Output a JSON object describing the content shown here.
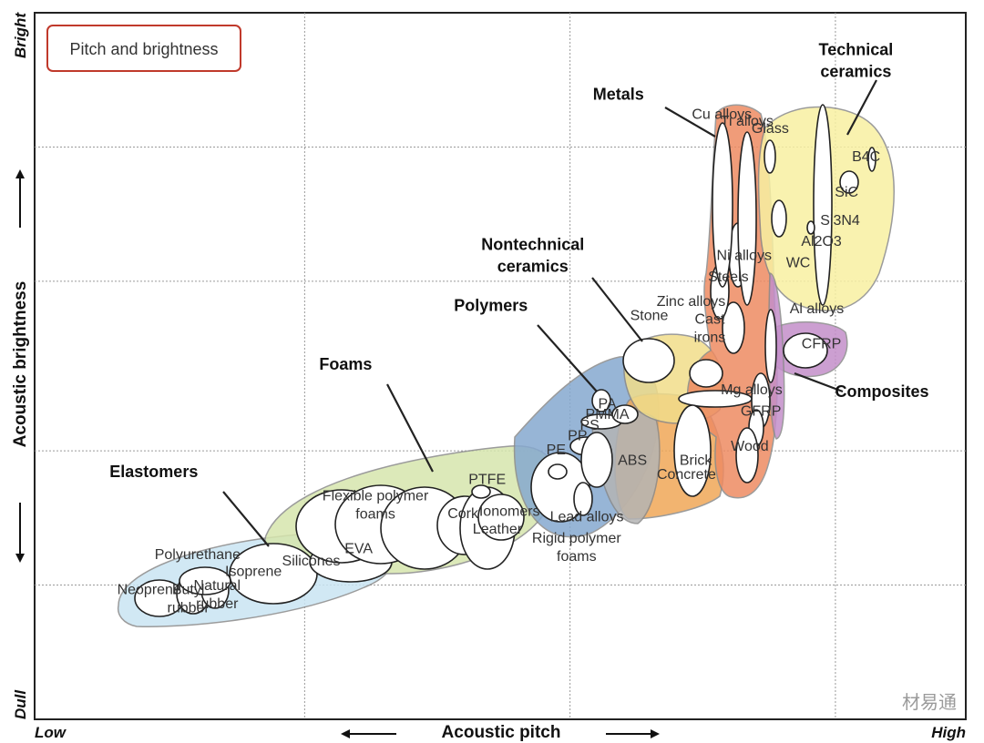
{
  "chart_data": {
    "type": "scatter",
    "subtype": "material property bubble chart",
    "legend_box": "Pitch and brightness",
    "x_axis": {
      "title": "Acoustic pitch",
      "low_label": "Low",
      "high_label": "High",
      "range": [
        0,
        1
      ]
    },
    "y_axis": {
      "title": "Acoustic brightness",
      "low_label": "Dull",
      "high_label": "Bright",
      "range": [
        0,
        1
      ]
    },
    "grid": true,
    "watermark": "材易通",
    "colors": {
      "elastomers": "#c9e4f3",
      "foams": "#d6e6ad",
      "polymers": "#86a9cf",
      "nontechnical_ceramics": "#f1dd8a",
      "metals": "#ee8b62",
      "technical_ceramics": "#f8f0a2",
      "composites": "#c48fca",
      "wood_zone": "#f0a858",
      "grey_zone": "#b4b4b4"
    },
    "families": [
      {
        "name": "Elastomers",
        "x": 0.128,
        "y": 0.343
      },
      {
        "name": "Foams",
        "x": 0.334,
        "y": 0.495
      },
      {
        "name": "Polymers",
        "x": 0.49,
        "y": 0.578
      },
      {
        "name": "Nontechnical\nceramics",
        "x": 0.535,
        "y": 0.664
      },
      {
        "name": "Metals",
        "x": 0.627,
        "y": 0.877
      },
      {
        "name": "Technical\nceramics",
        "x": 0.882,
        "y": 0.94
      },
      {
        "name": "Composites",
        "x": 0.91,
        "y": 0.456
      }
    ],
    "materials": [
      {
        "name": "Neoprene",
        "x": 0.123,
        "y": 0.177
      },
      {
        "name": "Butyl\nrubber",
        "x": 0.165,
        "y": 0.177
      },
      {
        "name": "Natural\nrubber",
        "x": 0.196,
        "y": 0.183
      },
      {
        "name": "Polyurethane",
        "x": 0.175,
        "y": 0.227
      },
      {
        "name": "Isoprene",
        "x": 0.235,
        "y": 0.203
      },
      {
        "name": "Silicones",
        "x": 0.297,
        "y": 0.218
      },
      {
        "name": "EVA",
        "x": 0.348,
        "y": 0.235
      },
      {
        "name": "Flexible polymer\nfoams",
        "x": 0.366,
        "y": 0.31
      },
      {
        "name": "Cork",
        "x": 0.46,
        "y": 0.285
      },
      {
        "name": "Leather",
        "x": 0.497,
        "y": 0.263
      },
      {
        "name": "Ionomers",
        "x": 0.51,
        "y": 0.288
      },
      {
        "name": "PTFE",
        "x": 0.486,
        "y": 0.333
      },
      {
        "name": "PE",
        "x": 0.56,
        "y": 0.375
      },
      {
        "name": "PP",
        "x": 0.583,
        "y": 0.395
      },
      {
        "name": "PS",
        "x": 0.596,
        "y": 0.41
      },
      {
        "name": "PMMA",
        "x": 0.615,
        "y": 0.425
      },
      {
        "name": "PA",
        "x": 0.615,
        "y": 0.44
      },
      {
        "name": "Rigid polymer\nfoams",
        "x": 0.582,
        "y": 0.25
      },
      {
        "name": "Lead alloys",
        "x": 0.593,
        "y": 0.28
      },
      {
        "name": "ABS",
        "x": 0.642,
        "y": 0.36
      },
      {
        "name": "Stone",
        "x": 0.66,
        "y": 0.565
      },
      {
        "name": "Zinc alloys",
        "x": 0.705,
        "y": 0.585
      },
      {
        "name": "Cast\nirons",
        "x": 0.725,
        "y": 0.56
      },
      {
        "name": "Steels",
        "x": 0.745,
        "y": 0.62
      },
      {
        "name": "Ni alloys",
        "x": 0.762,
        "y": 0.65
      },
      {
        "name": "Cu alloys",
        "x": 0.738,
        "y": 0.85
      },
      {
        "name": "Ti alloys",
        "x": 0.765,
        "y": 0.84
      },
      {
        "name": "Glass",
        "x": 0.79,
        "y": 0.83
      },
      {
        "name": "Brick",
        "x": 0.71,
        "y": 0.36
      },
      {
        "name": "Concrete",
        "x": 0.7,
        "y": 0.34
      },
      {
        "name": "Wood",
        "x": 0.768,
        "y": 0.38
      },
      {
        "name": "GFRP",
        "x": 0.78,
        "y": 0.43
      },
      {
        "name": "Mg alloys",
        "x": 0.77,
        "y": 0.46
      },
      {
        "name": "CFRP",
        "x": 0.845,
        "y": 0.525
      },
      {
        "name": "Al alloys",
        "x": 0.84,
        "y": 0.575
      },
      {
        "name": "WC",
        "x": 0.82,
        "y": 0.64
      },
      {
        "name": "Al2O3",
        "x": 0.845,
        "y": 0.67
      },
      {
        "name": "Si3N4",
        "x": 0.865,
        "y": 0.7
      },
      {
        "name": "SiC",
        "x": 0.872,
        "y": 0.74
      },
      {
        "name": "B4C",
        "x": 0.893,
        "y": 0.79
      }
    ]
  }
}
